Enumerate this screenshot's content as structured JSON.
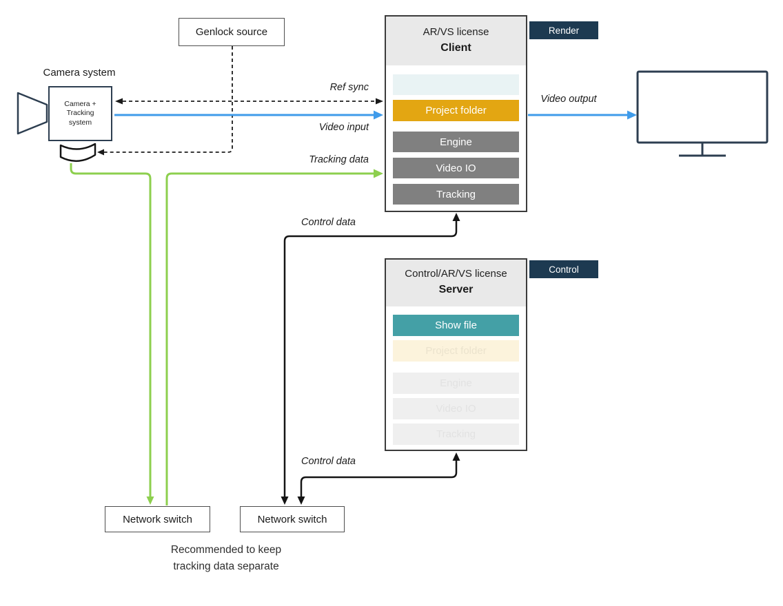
{
  "camera": {
    "title": "Camera system",
    "body": {
      "line1": "Camera +",
      "line2": "Tracking",
      "line3": "system"
    }
  },
  "genlock": {
    "label": "Genlock source"
  },
  "client": {
    "license": "AR/VS license",
    "name": "Client",
    "tag": "Render",
    "rows": [
      {
        "label": ""
      },
      {
        "label": "Project folder"
      },
      {
        "label": "Engine"
      },
      {
        "label": "Video IO"
      },
      {
        "label": "Tracking"
      }
    ]
  },
  "server": {
    "license": "Control/AR/VS license",
    "name": "Server",
    "tag": "Control",
    "rows": [
      {
        "label": "Show file"
      },
      {
        "label": "Project folder"
      },
      {
        "label": "Engine"
      },
      {
        "label": "Video IO"
      },
      {
        "label": "Tracking"
      }
    ]
  },
  "switches": {
    "left": {
      "label": "Network switch"
    },
    "right": {
      "label": "Network switch"
    }
  },
  "edges": {
    "ref_sync": "Ref sync",
    "video_input": "Video input",
    "tracking_data": "Tracking data",
    "control_data_upper": "Control data",
    "control_data_lower": "Control data",
    "video_output": "Video output"
  },
  "note": {
    "line1": "Recommended to keep",
    "line2": "tracking data separate"
  },
  "colors": {
    "accent_amber": "#e3a612",
    "accent_teal": "#44a0a6",
    "tag_navy": "#1d3a51",
    "arrow_blue": "#3f9bea",
    "arrow_green": "#8dcf4e",
    "arrow_black": "#141414",
    "row_gray_active": "#808080",
    "row_inactive_gray": "#efefef",
    "row_pale_blue": "#e9f3f4",
    "row_cream": "#fcf3dc",
    "header_gray": "#e9e9e9",
    "outline_slate": "#2d3e50"
  }
}
